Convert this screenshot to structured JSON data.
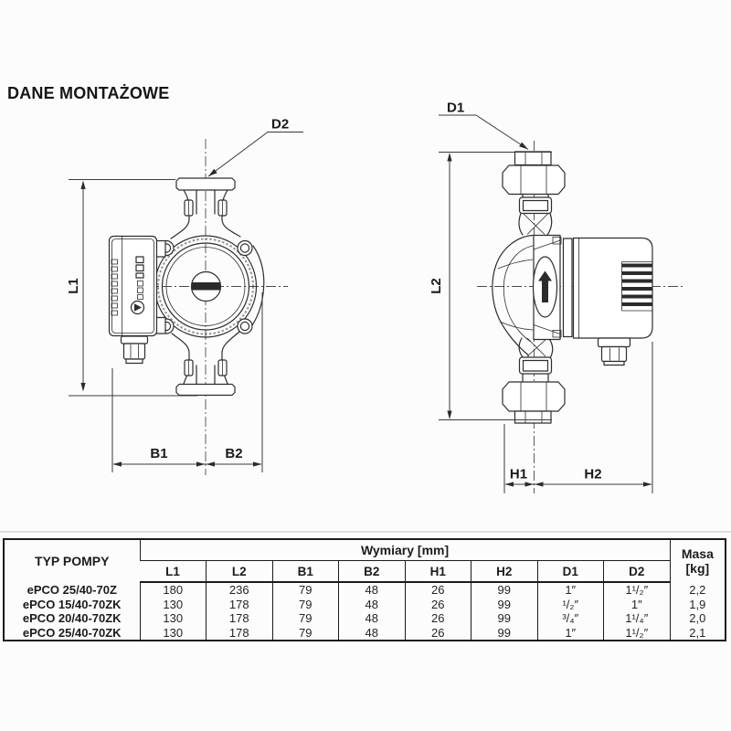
{
  "title": "DANE MONTAŻOWE",
  "labels": {
    "d1": "D1",
    "d2": "D2",
    "l1": "L1",
    "l2": "L2",
    "b1": "B1",
    "b2": "B2",
    "h1": "H1",
    "h2": "H2"
  },
  "table": {
    "pump_type_header": "TYP POMPY",
    "dims_group_header": "Wymiary [mm]",
    "mass_header_line1": "Masa",
    "mass_header_line2": "[kg]",
    "dim_columns": [
      "L1",
      "L2",
      "B1",
      "B2",
      "H1",
      "H2",
      "D1",
      "D2"
    ],
    "rows": [
      {
        "type": "ePCO 25/40-70Z",
        "l1": "180",
        "l2": "236",
        "b1": "79",
        "b2": "48",
        "h1": "26",
        "h2": "99",
        "d1": "1″",
        "d2": "1¹/₂″",
        "mass": "2,2"
      },
      {
        "type": "ePCO 15/40-70ZK",
        "l1": "130",
        "l2": "178",
        "b1": "79",
        "b2": "48",
        "h1": "26",
        "h2": "99",
        "d1": "¹/₂″",
        "d2": "1″",
        "mass": "1,9"
      },
      {
        "type": "ePCO 20/40-70ZK",
        "l1": "130",
        "l2": "178",
        "b1": "79",
        "b2": "48",
        "h1": "26",
        "h2": "99",
        "d1": "³/₄″",
        "d2": "1¹/₄″",
        "mass": "2,0"
      },
      {
        "type": "ePCO 25/40-70ZK",
        "l1": "130",
        "l2": "178",
        "b1": "79",
        "b2": "48",
        "h1": "26",
        "h2": "99",
        "d1": "1″",
        "d2": "1¹/₂″",
        "mass": "2,1"
      }
    ]
  },
  "colors": {
    "line": "#2d2d2d",
    "dim_line": "#3a3a3a",
    "text": "#1c1c1c"
  }
}
